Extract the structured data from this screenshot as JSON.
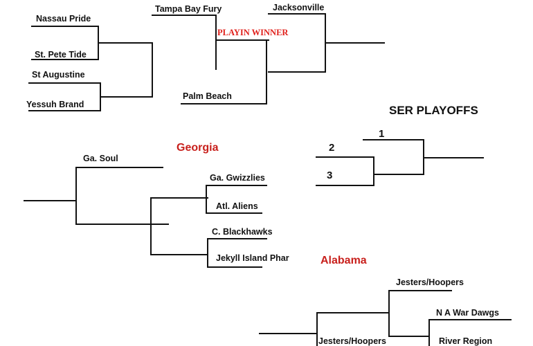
{
  "line_color": "#111111",
  "accent_color": "#c8201c",
  "florida": {
    "teams": {
      "nassau": "Nassau Pride",
      "stpete": "St. Pete Tide",
      "staug": "St Augustine",
      "yessuh": "Yessuh Brand",
      "tampa": "Tampa Bay Fury",
      "playin": "PLAYIN WINNER",
      "palm": "Palm Beach",
      "jax": "Jacksonville"
    }
  },
  "georgia": {
    "title": "Georgia",
    "teams": {
      "soul": "Ga. Soul",
      "gwizzlies": "Ga. Gwizzlies",
      "aliens": "Atl. Aliens",
      "blackhawks": "C. Blackhawks",
      "jekyll": "Jekyll Island Phar"
    }
  },
  "playoffs": {
    "title": "SER PLAYOFFS",
    "seeds": {
      "s1": "1",
      "s2": "2",
      "s3": "3"
    }
  },
  "alabama": {
    "title": "Alabama",
    "teams": {
      "jesters_top": "Jesters/Hoopers",
      "wardawgs": "N A War Dawgs",
      "jesters_bottom": "Jesters/Hoopers",
      "river": "River Region"
    }
  }
}
